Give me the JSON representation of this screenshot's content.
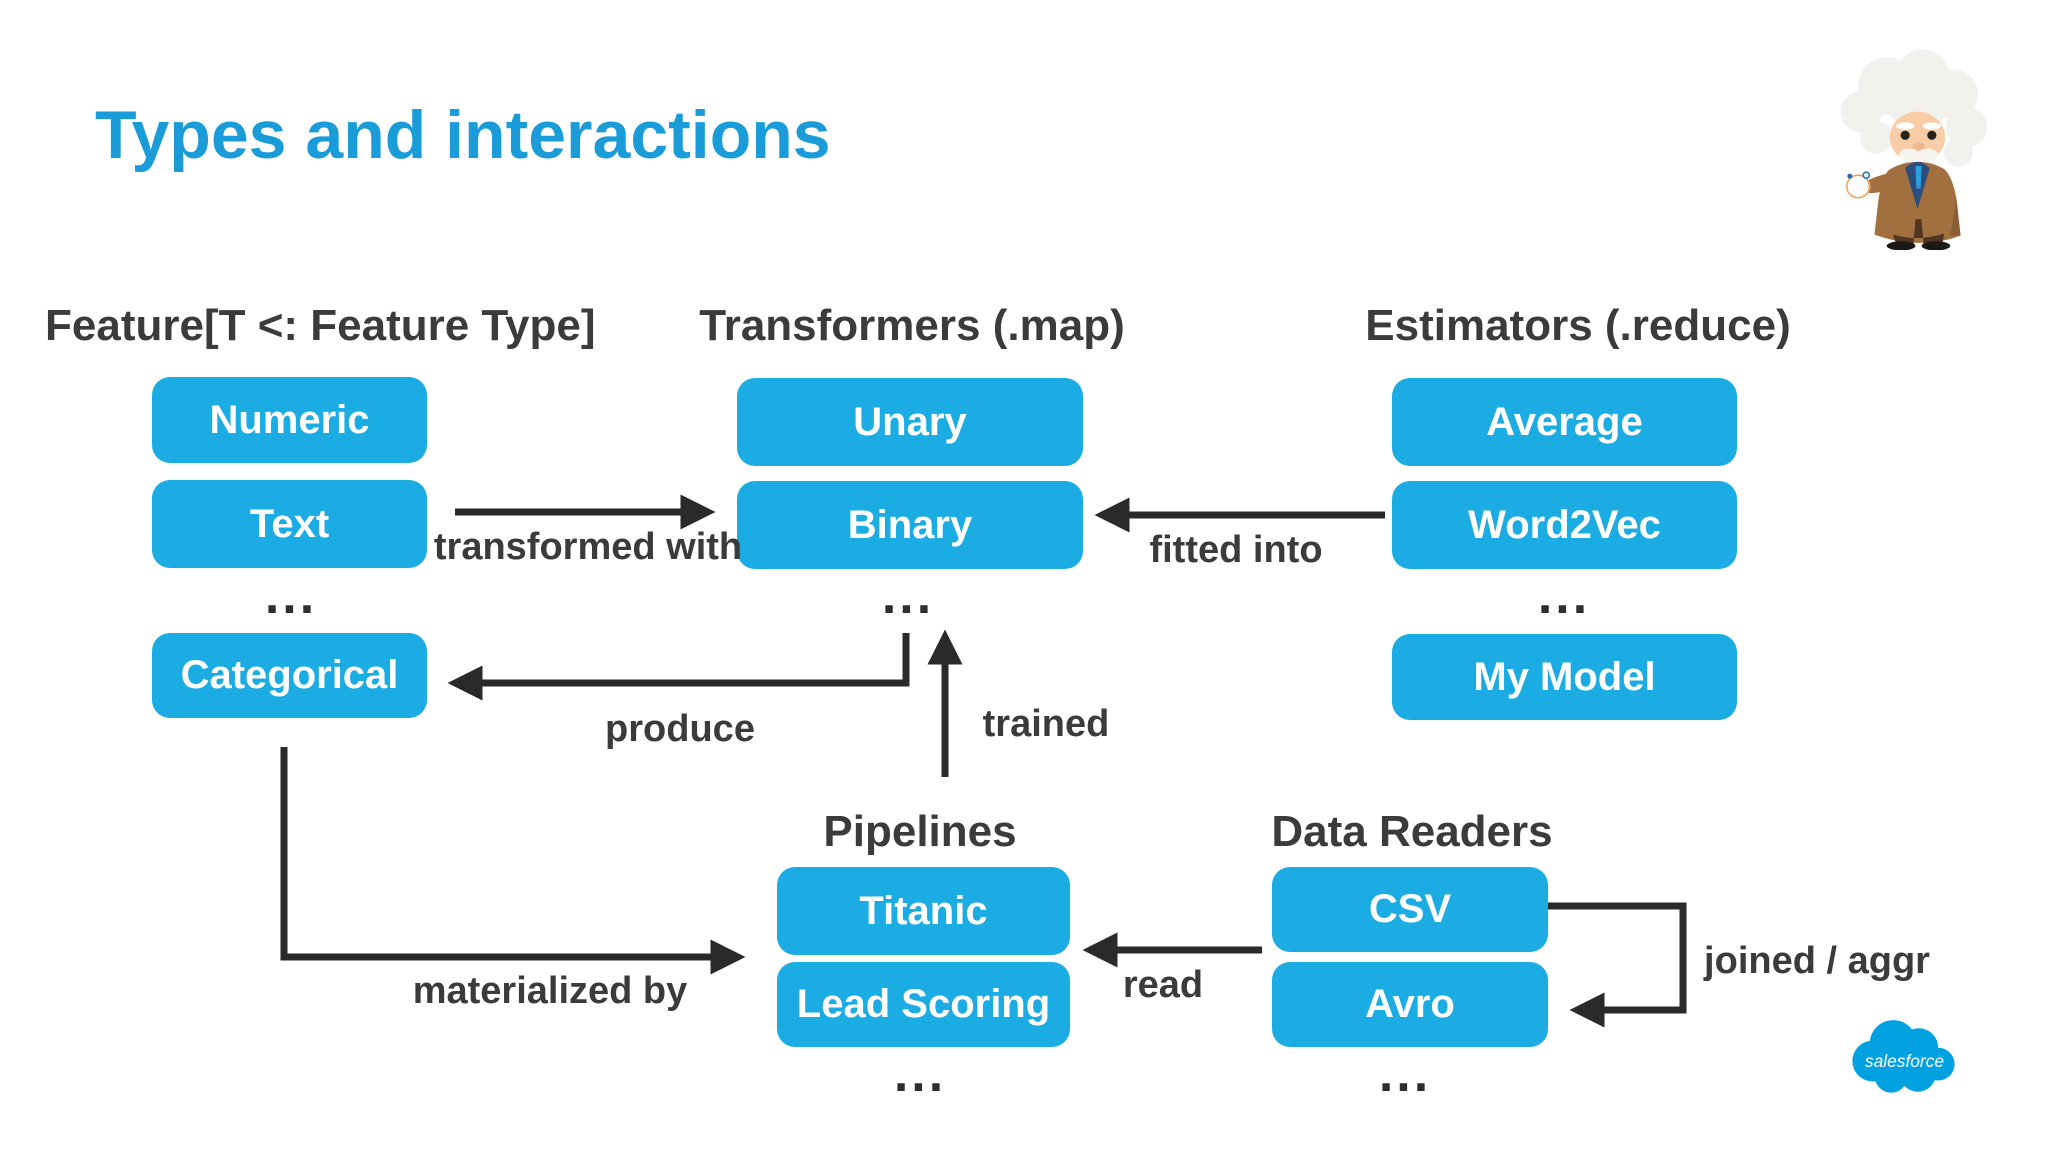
{
  "title": "Types and interactions",
  "ellipsis": "...",
  "colors": {
    "accent_box": "#1AACE2",
    "title_blue": "#1A9CD8",
    "heading_text": "#3B3B3D",
    "arrow": "#2A2A2A",
    "salesforce_logo_blue": "#00A1E0"
  },
  "columns": {
    "feature": {
      "header": "Feature[T <: Feature Type]",
      "boxes": [
        "Numeric",
        "Text",
        "Categorical"
      ]
    },
    "transformers": {
      "header": "Transformers (.map)",
      "boxes": [
        "Unary",
        "Binary"
      ]
    },
    "estimators": {
      "header": "Estimators (.reduce)",
      "boxes": [
        "Average",
        "Word2Vec",
        "My Model"
      ]
    }
  },
  "pipelines": {
    "header": "Pipelines",
    "boxes": [
      "Titanic",
      "Lead Scoring"
    ]
  },
  "data_readers": {
    "header": "Data Readers",
    "boxes": [
      "CSV",
      "Avro"
    ]
  },
  "edges": {
    "transformed_with": "transformed with",
    "fitted_into": "fitted into",
    "produce": "produce",
    "trained": "trained",
    "materialized_by": "materialized by",
    "read": "read",
    "joined_aggr": "joined / aggr"
  },
  "logo": {
    "brand": "salesforce"
  },
  "icons": {
    "mascot": "einstein-mascot",
    "logo": "salesforce-cloud-logo"
  }
}
